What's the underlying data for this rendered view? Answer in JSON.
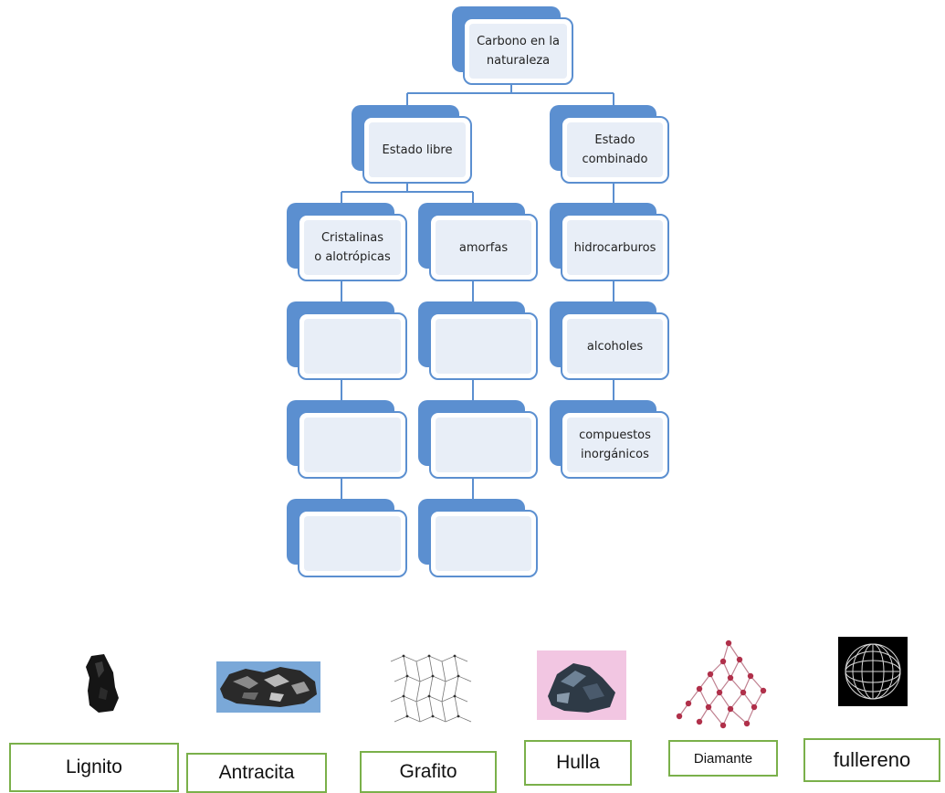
{
  "concept_map": {
    "root": "Carbono en la\nnaturaleza",
    "estado_libre": "Estado libre",
    "estado_combinado": "Estado\ncombinado",
    "cristalinas": "Cristalinas\no  alotrópicas",
    "amorfas": "amorfas",
    "hidrocarburos": "hidrocarburos",
    "alcoholes": "alcoholes",
    "compuestos": "compuestos\ninorgánicos",
    "blank_nodes": 6
  },
  "colors": {
    "node_blue": "#5b8fd0",
    "node_fill": "#e8eef7",
    "label_border": "#7ab04a"
  },
  "images": [
    {
      "name": "lignito-rock-image"
    },
    {
      "name": "antracita-rock-image"
    },
    {
      "name": "grafito-structure-image"
    },
    {
      "name": "hulla-rock-image"
    },
    {
      "name": "diamante-lattice-image"
    },
    {
      "name": "fullereno-molecule-image"
    }
  ],
  "labels": {
    "lignito": "Lignito",
    "antracita": "Antracita",
    "grafito": "Grafito",
    "hulla": "Hulla",
    "diamante": "Diamante",
    "fullereno": "fullereno"
  }
}
